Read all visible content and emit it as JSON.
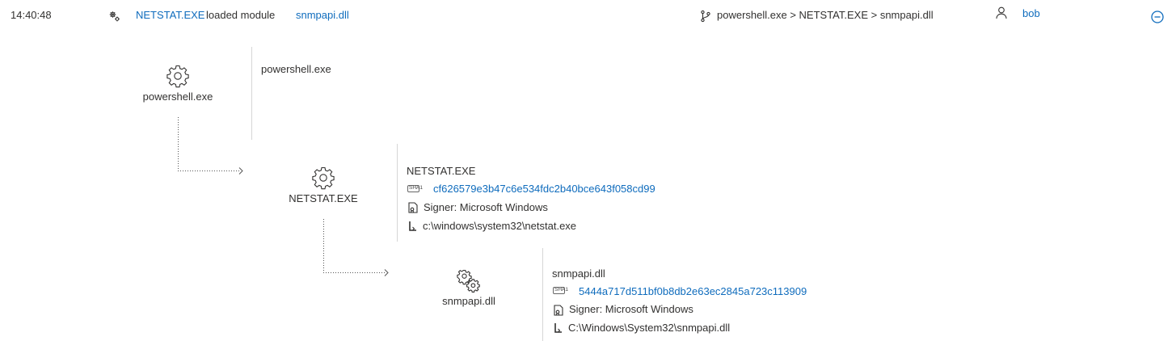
{
  "event": {
    "time": "14:40:48",
    "process": "NETSTAT.EXE",
    "action": "loaded module",
    "module": "snmpapi.dll",
    "process_chain": "powershell.exe > NETSTAT.EXE > snmpapi.dll",
    "user": "bob"
  },
  "tree": {
    "parent": {
      "label": "powershell.exe",
      "details_name": "powershell.exe"
    },
    "process": {
      "label": "NETSTAT.EXE",
      "details_name": "NETSTAT.EXE",
      "sha1_tag": "SHA1",
      "sha1": "cf626579e3b47c6e534fdc2b40bce643f058cd99",
      "signer": "Signer: Microsoft Windows",
      "path": "c:\\windows\\system32\\netstat.exe"
    },
    "module": {
      "label": "snmpapi.dll",
      "details_name": "snmpapi.dll",
      "sha1_tag": "SHA1",
      "sha1": "5444a717d511bf0b8db2e63ec2845a723c113909",
      "signer": "Signer: Microsoft Windows",
      "path": "C:\\Windows\\System32\\snmpapi.dll"
    }
  },
  "colors": {
    "link": "#0f6cbd",
    "text": "#323130",
    "divider": "#d6d6d6"
  },
  "icons": {
    "header_event": "gears-icon",
    "chain": "branch-icon",
    "user": "person-icon",
    "collapse": "collapse-circle-icon",
    "process_node": "gear-icon",
    "module_node": "gears-icon",
    "hash": "sha1-icon",
    "signer": "certificate-icon",
    "path": "path-icon"
  }
}
